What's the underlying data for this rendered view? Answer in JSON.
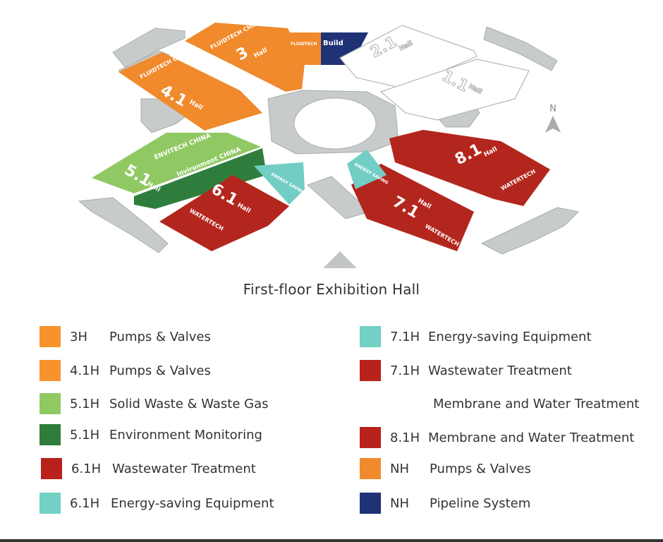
{
  "title": "First-floor Exhibition Hall",
  "compass": "N",
  "colors": {
    "orange": "#f08a2c",
    "light_green": "#90c963",
    "dark_green": "#2e7d3c",
    "red": "#b3261e",
    "teal": "#72cec4",
    "navy": "#1f3275",
    "road_gray": "#c8cbcb"
  },
  "halls": {
    "h3": {
      "number": "3",
      "brand": "FLUIDTECH CHINA"
    },
    "h41": {
      "number": "4.1",
      "brand": "FLUIDTECH CHINA"
    },
    "h51": {
      "number": "5.1",
      "brand_top": "ENVITECH CHINA",
      "brand_bottom": "Invironment CHINA"
    },
    "h61": {
      "number": "6.1",
      "brand": "WATERTECH",
      "teal_label": "ENERGY SAVING"
    },
    "h71": {
      "number": "7.1",
      "brand": "WATERTECH",
      "teal_label": "ENERGY SAVING"
    },
    "h81": {
      "number": "8.1",
      "brand": "WATERTECH"
    },
    "h21": {
      "number": "2.1"
    },
    "h11": {
      "number": "1.1"
    },
    "hall_word": "Hall",
    "nh_left": "FLUIDTECH",
    "nh_right": "Build"
  },
  "legend": [
    {
      "code": "3H",
      "desc": "Pumps & Valves",
      "color": "#f7922d"
    },
    {
      "code": "4.1H",
      "desc": "Pumps & Valves",
      "color": "#f7922d"
    },
    {
      "code": "5.1H",
      "desc": "Solid Waste & Waste Gas",
      "color": "#90c963"
    },
    {
      "code": "5.1H",
      "desc": "Environment Monitoring",
      "color": "#2e7d3c"
    },
    {
      "code": "6.1H",
      "desc": "Wastewater Treatment",
      "color": "#b8221b"
    },
    {
      "code": "6.1H",
      "desc": "Energy-saving Equipment",
      "color": "#72d0c4"
    },
    {
      "code": "7.1H",
      "desc": "Energy-saving Equipment",
      "color": "#72d0c4"
    },
    {
      "code": "7.1H",
      "desc": "Wastewater Treatment",
      "color": "#b8221b"
    },
    {
      "code": "",
      "desc": "Membrane and Water Treatment",
      "color": ""
    },
    {
      "code": "8.1H",
      "desc": "Membrane and Water Treatment",
      "color": "#b8221b"
    },
    {
      "code": "NH",
      "desc": "Pumps & Valves",
      "color": "#f08a2c"
    },
    {
      "code": "NH",
      "desc": "Pipeline System",
      "color": "#1f3275"
    }
  ]
}
